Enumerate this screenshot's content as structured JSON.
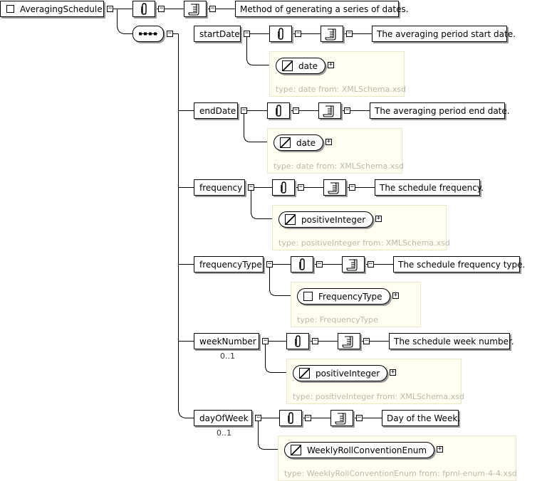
{
  "root": {
    "name": "AveragingSchedule",
    "documentation": "Method of generating a series of dates."
  },
  "elements": [
    {
      "name": "startDate",
      "documentation": "The averaging period start date.",
      "type_name": "date",
      "type_kind": "simple",
      "type_info": "type: date from: XMLSchema.xsd",
      "cardinality": ""
    },
    {
      "name": "endDate",
      "documentation": "The averaging period end date.",
      "type_name": "date",
      "type_kind": "simple",
      "type_info": "type: date from: XMLSchema.xsd",
      "cardinality": ""
    },
    {
      "name": "frequency",
      "documentation": "The schedule frequency.",
      "type_name": "positiveInteger",
      "type_kind": "simple",
      "type_info": "type: positiveInteger from: XMLSchema.xsd",
      "cardinality": ""
    },
    {
      "name": "frequencyType",
      "documentation": "The schedule frequency type.",
      "type_name": "FrequencyType",
      "type_kind": "complex",
      "type_info": "type: FrequencyType",
      "cardinality": ""
    },
    {
      "name": "weekNumber",
      "documentation": "The schedule week number.",
      "type_name": "positiveInteger",
      "type_kind": "simple",
      "type_info": "type: positiveInteger from: XMLSchema.xsd",
      "cardinality": "0..1"
    },
    {
      "name": "dayOfWeek",
      "documentation": "Day of the Week.",
      "type_name": "WeeklyRollConventionEnum",
      "type_kind": "simple",
      "type_info": "type: WeeklyRollConventionEnum from: fpml-enum-4-4.xsd",
      "cardinality": "0..1"
    }
  ],
  "icons": {
    "expand": "plus-sign",
    "collapse": "minus-sign",
    "annotation": "paperclip-icon",
    "documentation": "scroll-icon",
    "sequence": "sequence-compositor-icon"
  },
  "colors": {
    "type_panel_bg": "#fffef0",
    "type_panel_border": "#e9e7c7",
    "type_info_text": "#bbbaa8",
    "shadow": "#9a9a9a"
  }
}
